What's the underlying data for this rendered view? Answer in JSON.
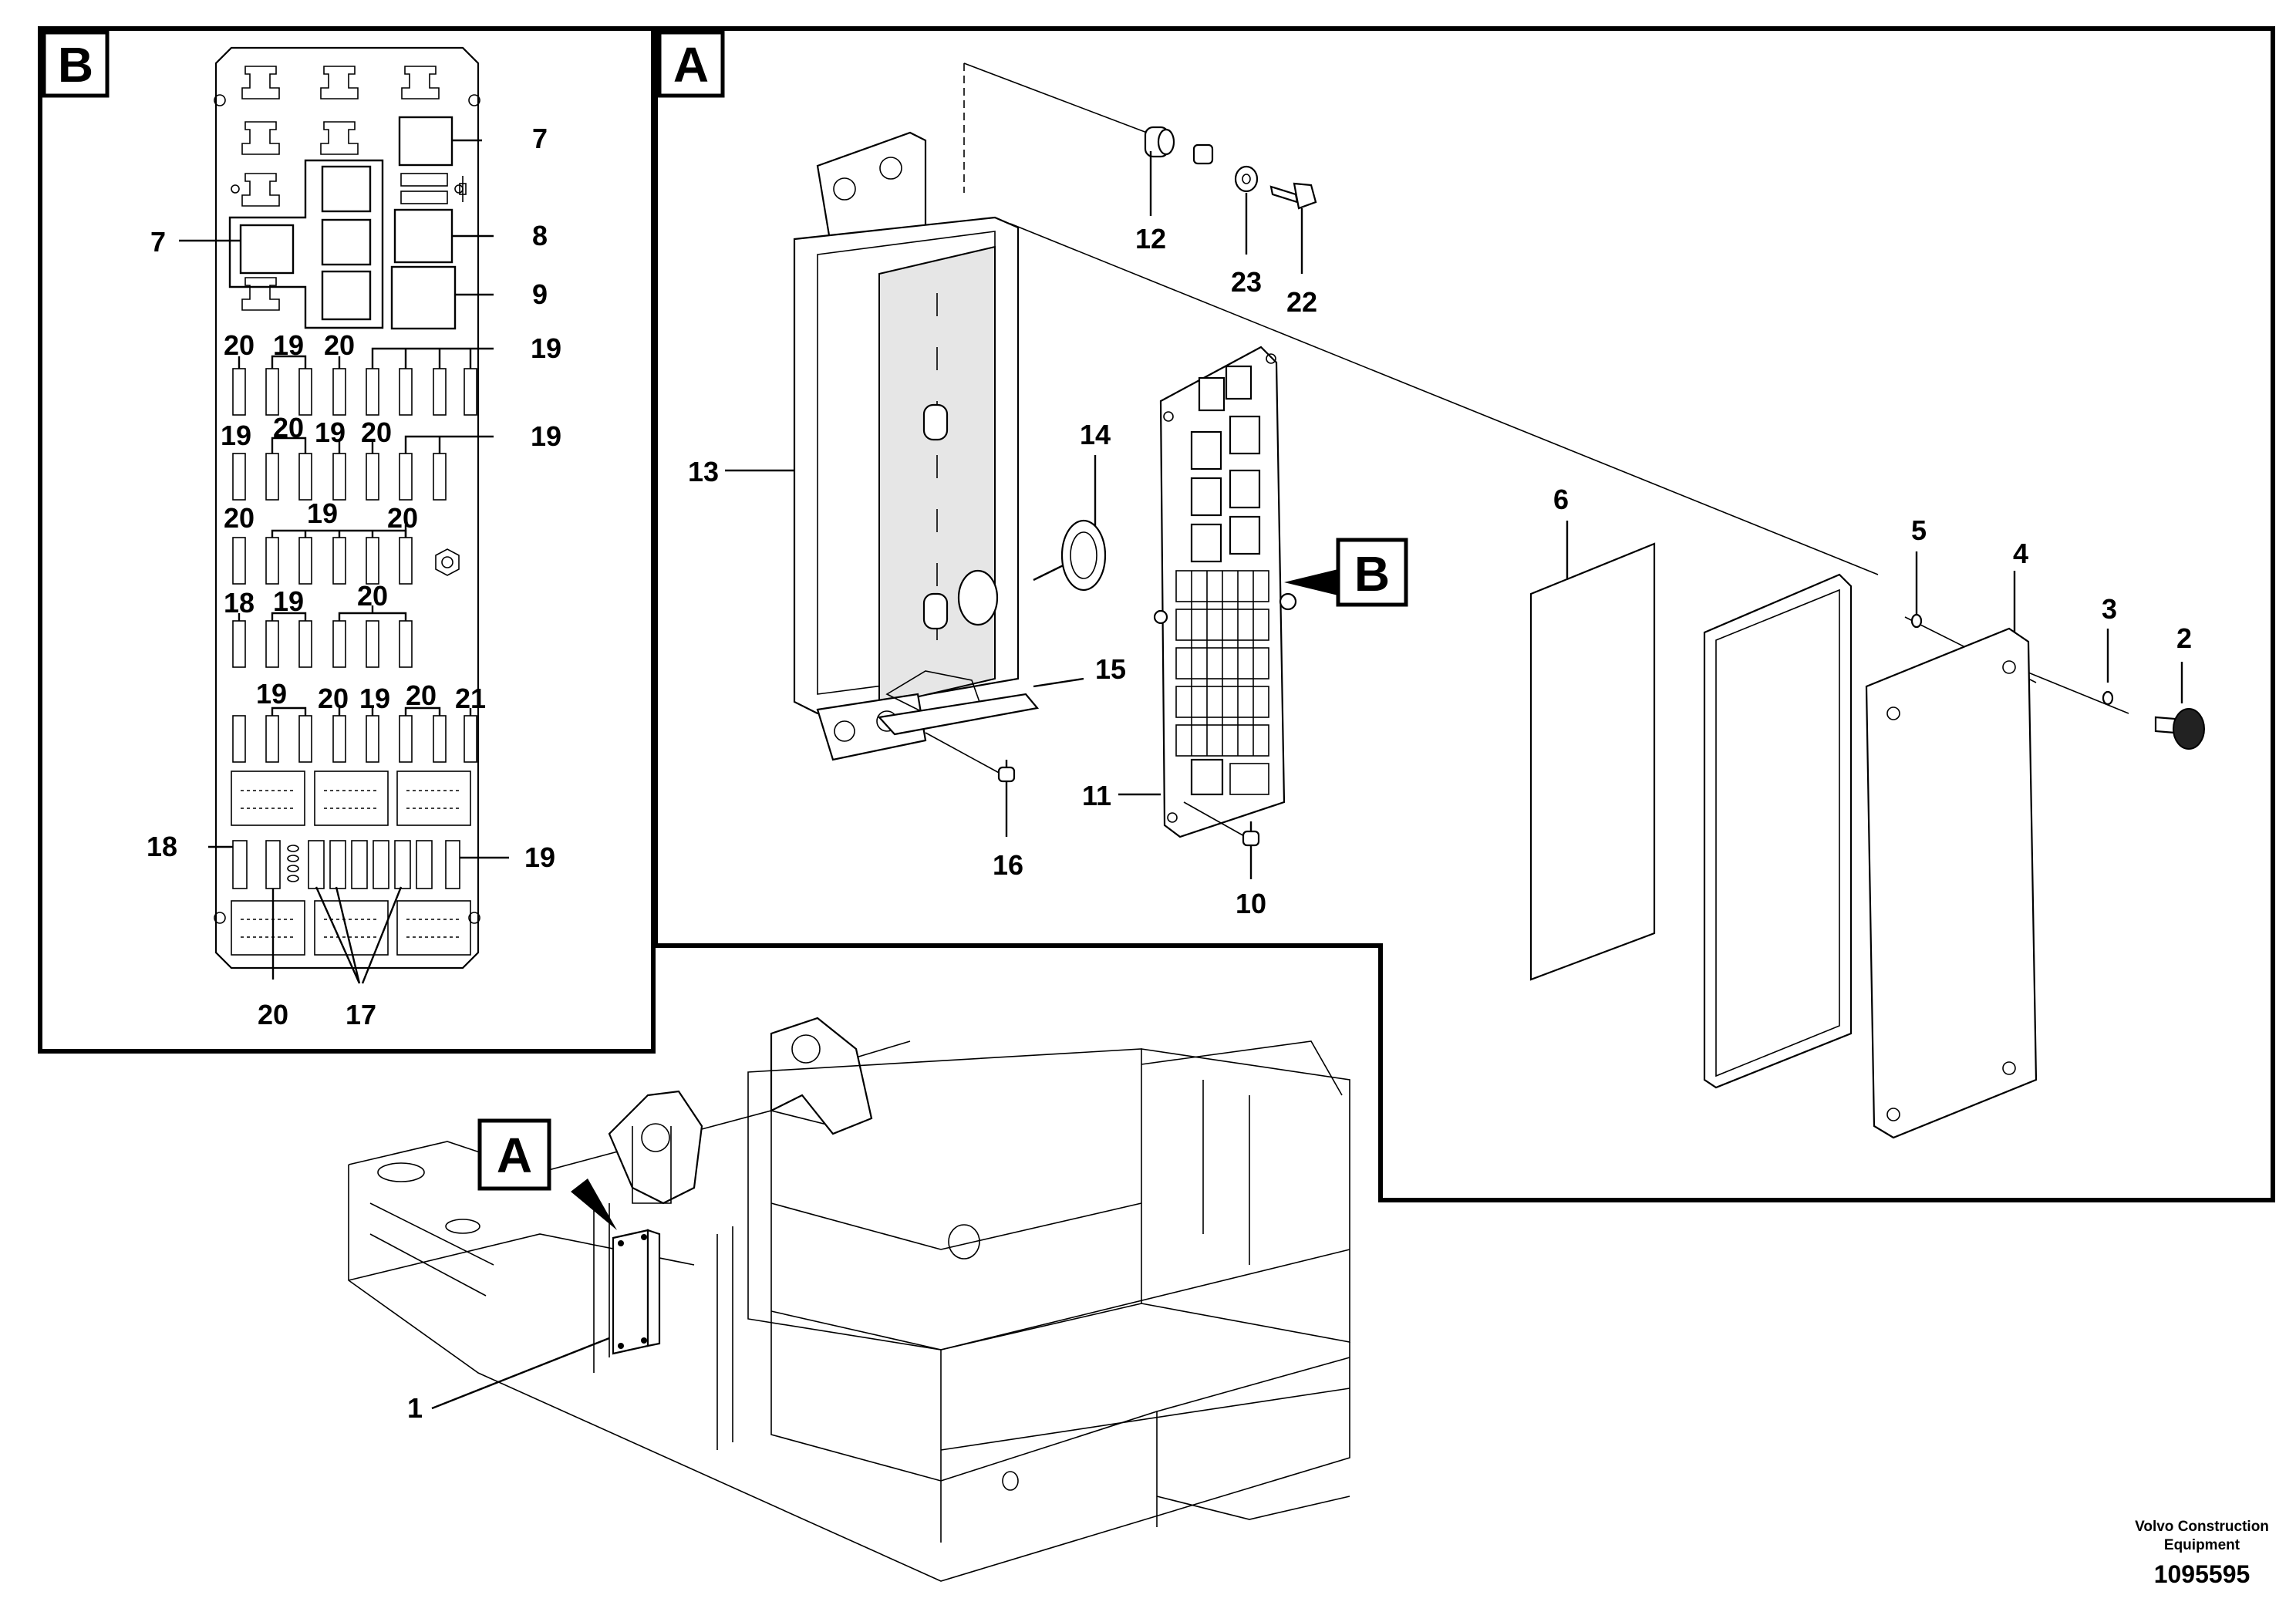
{
  "views": {
    "detail_a": {
      "tag": "A"
    },
    "detail_b": {
      "tag": "B"
    },
    "overview": {
      "tag": "A"
    },
    "pointer_b": {
      "tag": "B"
    }
  },
  "callouts": {
    "b_7_top": "7",
    "b_7_left": "7",
    "b_8": "8",
    "b_9": "9",
    "b_20_r1a": "20",
    "b_19_r1a": "19",
    "b_20_r1b": "20",
    "b_19_r1b": "19",
    "b_19_r2a": "19",
    "b_20_r2a": "20",
    "b_19_r2b": "19",
    "b_20_r2b": "20",
    "b_19_r2c": "19",
    "b_20_r3a": "20",
    "b_19_r3": "19",
    "b_20_r3b": "20",
    "b_18_r4": "18",
    "b_19_r4": "19",
    "b_20_r4": "20",
    "b_19_r5a": "19",
    "b_20_r5a": "20",
    "b_19_r5b": "19",
    "b_20_r5b": "20",
    "b_21_r5": "21",
    "b_18_lower": "18",
    "b_19_lower": "19",
    "b_20_bottom": "20",
    "b_17_bottom": "17",
    "a_12": "12",
    "a_23": "23",
    "a_22": "22",
    "a_13": "13",
    "a_14": "14",
    "a_15": "15",
    "a_16": "16",
    "a_11": "11",
    "a_10": "10",
    "a_6": "6",
    "a_5": "5",
    "a_4": "4",
    "a_3": "3",
    "a_2": "2",
    "overview_1": "1"
  },
  "footer": {
    "brand_line1": "Volvo Construction",
    "brand_line2": "Equipment",
    "drawing_number": "1095595"
  }
}
